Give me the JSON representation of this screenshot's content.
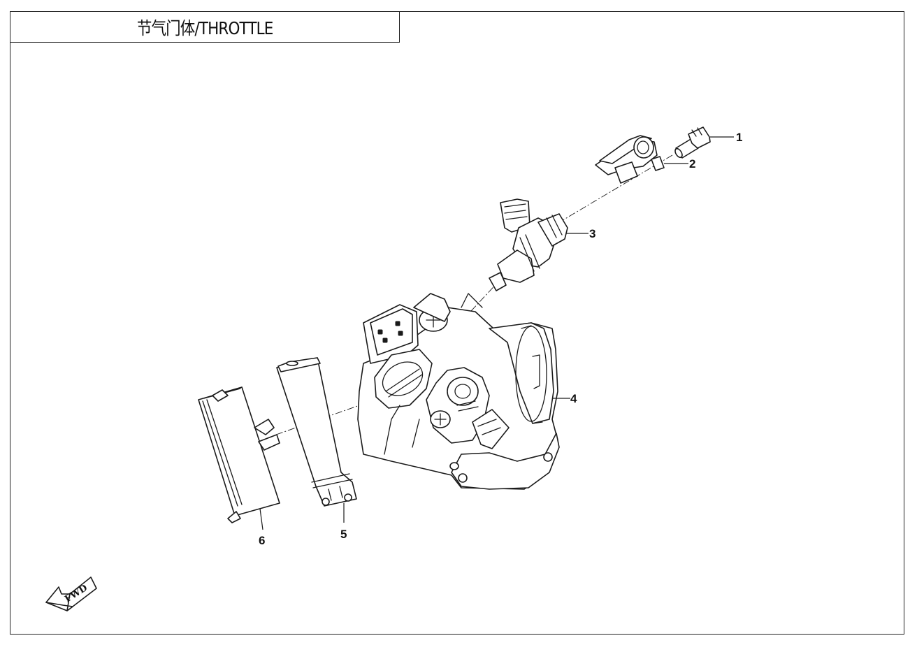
{
  "title": "节气门体/THROTTLE",
  "callouts": [
    {
      "id": "1",
      "label": "1"
    },
    {
      "id": "2",
      "label": "2"
    },
    {
      "id": "3",
      "label": "3"
    },
    {
      "id": "4",
      "label": "4"
    },
    {
      "id": "5",
      "label": "5"
    },
    {
      "id": "6",
      "label": "6"
    }
  ],
  "direction_arrow": {
    "label": "FWD",
    "icon": "fwd-arrow-icon"
  },
  "colors": {
    "line": "#1a1a1a",
    "background": "#ffffff"
  }
}
